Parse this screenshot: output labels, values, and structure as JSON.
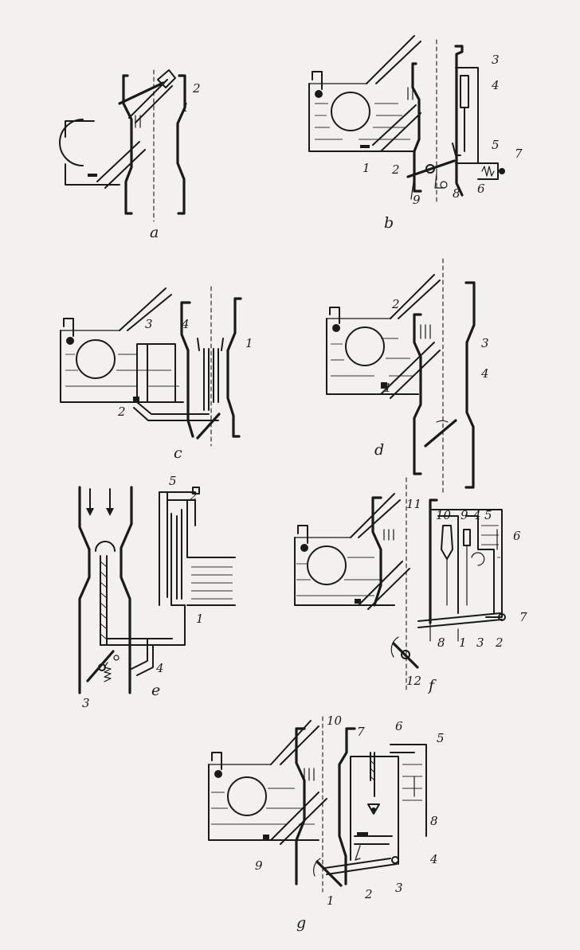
{
  "diagrams": [
    {
      "id": "a",
      "caption": "a",
      "labels": [
        "1",
        "2"
      ]
    },
    {
      "id": "b",
      "caption": "b",
      "labels": [
        "1",
        "2",
        "3",
        "4",
        "5",
        "6",
        "7",
        "8",
        "9"
      ]
    },
    {
      "id": "c",
      "caption": "c",
      "labels": [
        "1",
        "2",
        "3",
        "4"
      ]
    },
    {
      "id": "d",
      "caption": "d",
      "labels": [
        "1",
        "2",
        "3",
        "4"
      ]
    },
    {
      "id": "e",
      "caption": "e",
      "labels": [
        "1",
        "2",
        "3",
        "4",
        "5"
      ]
    },
    {
      "id": "f",
      "caption": "f",
      "labels": [
        "1",
        "2",
        "3",
        "4",
        "5",
        "6",
        "7",
        "8",
        "9",
        "10",
        "11",
        "12"
      ]
    },
    {
      "id": "g",
      "caption": "g",
      "labels": [
        "1",
        "2",
        "3",
        "4",
        "5",
        "6",
        "7",
        "8",
        "9",
        "10"
      ]
    }
  ]
}
